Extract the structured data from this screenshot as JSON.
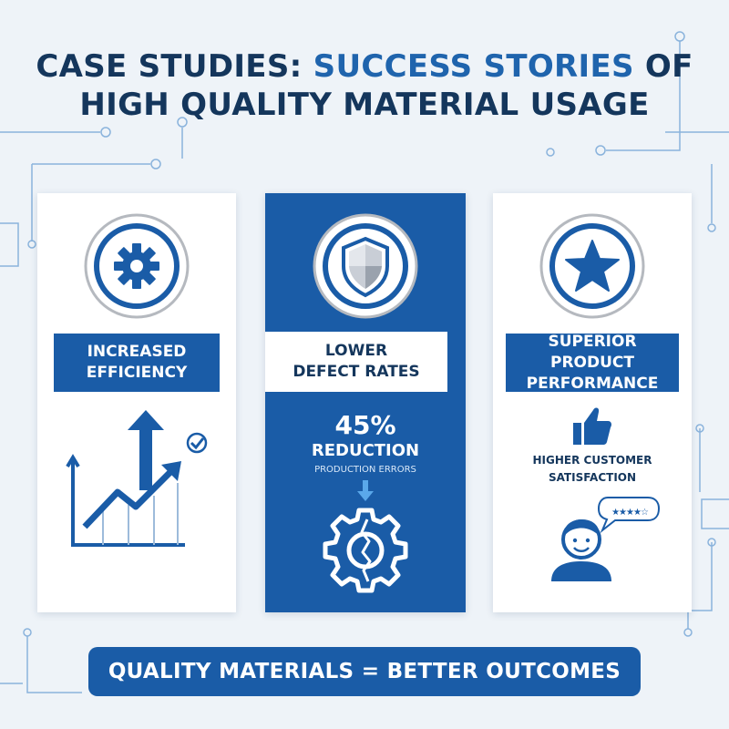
{
  "title": {
    "line1_part1": "CASE STUDIES: ",
    "line1_highlight": "SUCCESS STORIES",
    "line1_part2": " OF",
    "line2": "HIGH QUALITY MATERIAL USAGE"
  },
  "cards": [
    {
      "icon": "gear-icon",
      "banner_line1": "INCREASED",
      "banner_line2": "EFFICIENCY",
      "illustration": "rising-chart-icon"
    },
    {
      "icon": "shield-icon",
      "banner_line1": "LOWER",
      "banner_line2": "DEFECT RATES",
      "stat_value": "45%",
      "stat_label": "REDUCTION",
      "stat_sub": "PRODUCTION ERRORS",
      "illustration": "cracked-gear-icon"
    },
    {
      "icon": "star-icon",
      "banner_line1": "SUPERIOR PRODUCT",
      "banner_line2": "PERFORMANCE",
      "text_line1": "HIGHER CUSTOMER",
      "text_line2": "SATISFACTION",
      "speech_stars": "★★★★☆",
      "illustration": "happy-customer-icon"
    }
  ],
  "footer": "QUALITY MATERIALS = BETTER OUTCOMES",
  "colors": {
    "primary": "#1a5ca7",
    "dark": "#14365c",
    "background": "#eef3f8"
  }
}
